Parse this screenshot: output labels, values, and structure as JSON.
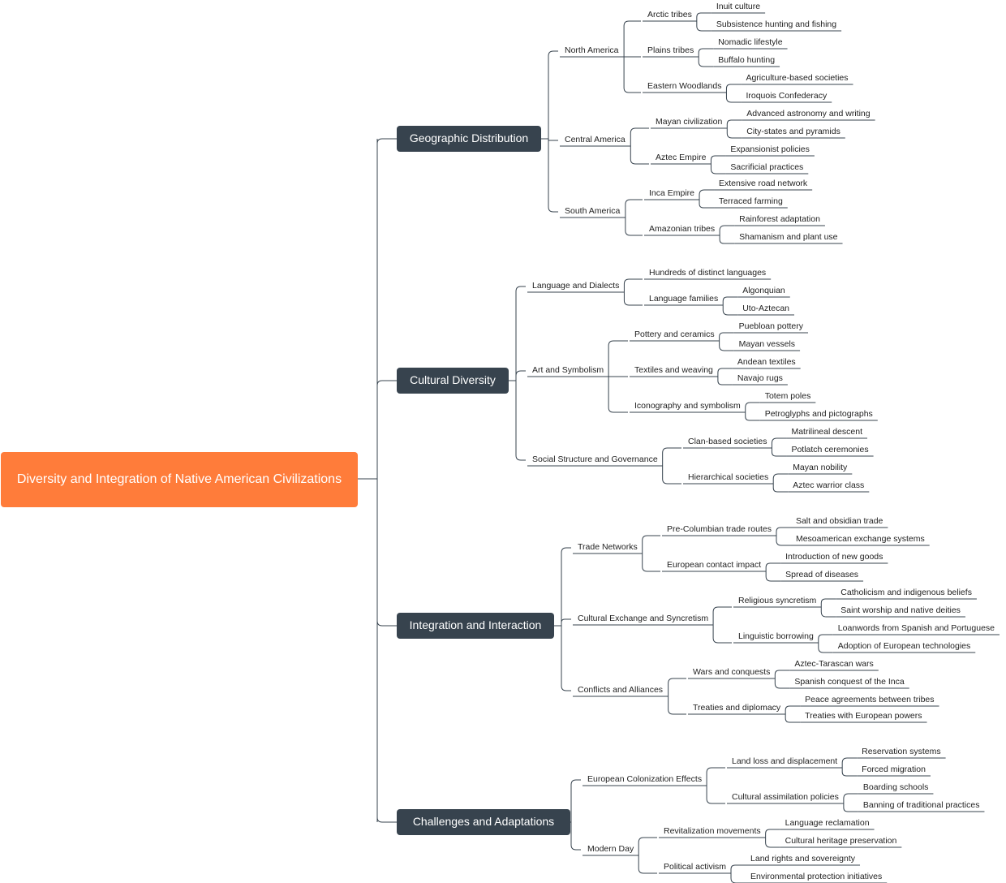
{
  "root": {
    "label": "Diversity and Integration of Native American Civilizations"
  },
  "branches": [
    {
      "label": "Geographic Distribution",
      "children": [
        {
          "label": "North America",
          "children": [
            {
              "label": "Arctic tribes",
              "children": [
                {
                  "label": "Inuit culture"
                },
                {
                  "label": "Subsistence hunting and fishing"
                }
              ]
            },
            {
              "label": "Plains tribes",
              "children": [
                {
                  "label": "Nomadic lifestyle"
                },
                {
                  "label": "Buffalo hunting"
                }
              ]
            },
            {
              "label": "Eastern Woodlands",
              "children": [
                {
                  "label": "Agriculture-based societies"
                },
                {
                  "label": "Iroquois Confederacy"
                }
              ]
            }
          ]
        },
        {
          "label": "Central America",
          "children": [
            {
              "label": "Mayan civilization",
              "children": [
                {
                  "label": "Advanced astronomy and writing"
                },
                {
                  "label": "City-states and pyramids"
                }
              ]
            },
            {
              "label": "Aztec Empire",
              "children": [
                {
                  "label": "Expansionist policies"
                },
                {
                  "label": "Sacrificial practices"
                }
              ]
            }
          ]
        },
        {
          "label": "South America",
          "children": [
            {
              "label": "Inca Empire",
              "children": [
                {
                  "label": "Extensive road network"
                },
                {
                  "label": "Terraced farming"
                }
              ]
            },
            {
              "label": "Amazonian tribes",
              "children": [
                {
                  "label": "Rainforest adaptation"
                },
                {
                  "label": "Shamanism and plant use"
                }
              ]
            }
          ]
        }
      ]
    },
    {
      "label": "Cultural Diversity",
      "children": [
        {
          "label": "Language and Dialects",
          "children": [
            {
              "label": "Hundreds of distinct languages"
            },
            {
              "label": "Language families",
              "children": [
                {
                  "label": "Algonquian"
                },
                {
                  "label": "Uto-Aztecan"
                }
              ]
            }
          ]
        },
        {
          "label": "Art and Symbolism",
          "children": [
            {
              "label": "Pottery and ceramics",
              "children": [
                {
                  "label": "Puebloan pottery"
                },
                {
                  "label": "Mayan vessels"
                }
              ]
            },
            {
              "label": "Textiles and weaving",
              "children": [
                {
                  "label": "Andean textiles"
                },
                {
                  "label": "Navajo rugs"
                }
              ]
            },
            {
              "label": "Iconography and symbolism",
              "children": [
                {
                  "label": "Totem poles"
                },
                {
                  "label": "Petroglyphs and pictographs"
                }
              ]
            }
          ]
        },
        {
          "label": "Social Structure and Governance",
          "children": [
            {
              "label": "Clan-based societies",
              "children": [
                {
                  "label": "Matrilineal descent"
                },
                {
                  "label": "Potlatch ceremonies"
                }
              ]
            },
            {
              "label": "Hierarchical societies",
              "children": [
                {
                  "label": "Mayan nobility"
                },
                {
                  "label": "Aztec warrior class"
                }
              ]
            }
          ]
        }
      ]
    },
    {
      "label": "Integration and Interaction",
      "children": [
        {
          "label": "Trade Networks",
          "children": [
            {
              "label": "Pre-Columbian trade routes",
              "children": [
                {
                  "label": "Salt and obsidian trade"
                },
                {
                  "label": "Mesoamerican exchange systems"
                }
              ]
            },
            {
              "label": "European contact impact",
              "children": [
                {
                  "label": "Introduction of new goods"
                },
                {
                  "label": "Spread of diseases"
                }
              ]
            }
          ]
        },
        {
          "label": "Cultural Exchange and Syncretism",
          "children": [
            {
              "label": "Religious syncretism",
              "children": [
                {
                  "label": "Catholicism and indigenous beliefs"
                },
                {
                  "label": "Saint worship and native deities"
                }
              ]
            },
            {
              "label": "Linguistic borrowing",
              "children": [
                {
                  "label": "Loanwords from Spanish and Portuguese"
                },
                {
                  "label": "Adoption of European technologies"
                }
              ]
            }
          ]
        },
        {
          "label": "Conflicts and Alliances",
          "children": [
            {
              "label": "Wars and conquests",
              "children": [
                {
                  "label": "Aztec-Tarascan wars"
                },
                {
                  "label": "Spanish conquest of the Inca"
                }
              ]
            },
            {
              "label": "Treaties and diplomacy",
              "children": [
                {
                  "label": "Peace agreements between tribes"
                },
                {
                  "label": "Treaties with European powers"
                }
              ]
            }
          ]
        }
      ]
    },
    {
      "label": "Challenges and Adaptations",
      "children": [
        {
          "label": "European Colonization Effects",
          "children": [
            {
              "label": "Land loss and displacement",
              "children": [
                {
                  "label": "Reservation systems"
                },
                {
                  "label": "Forced migration"
                }
              ]
            },
            {
              "label": "Cultural assimilation policies",
              "children": [
                {
                  "label": "Boarding schools"
                },
                {
                  "label": "Banning of traditional practices"
                }
              ]
            }
          ]
        },
        {
          "label": "Modern Day",
          "children": [
            {
              "label": "Revitalization movements",
              "children": [
                {
                  "label": "Language reclamation"
                },
                {
                  "label": "Cultural heritage preservation"
                }
              ]
            },
            {
              "label": "Political activism",
              "children": [
                {
                  "label": "Land rights and sovereignty"
                },
                {
                  "label": "Environmental protection initiatives"
                }
              ]
            }
          ]
        }
      ]
    }
  ],
  "colors": {
    "root_fill": "#ff7c3a",
    "branch_fill": "#37434e",
    "connector": "#37434e",
    "text_dark": "#222222",
    "text_light": "#ffffff"
  }
}
